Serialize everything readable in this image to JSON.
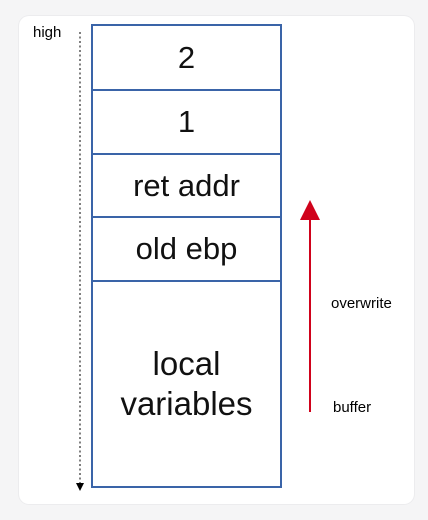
{
  "labels": {
    "high": "high",
    "overwrite": "overwrite",
    "buffer": "buffer"
  },
  "stack": {
    "cells": [
      "2",
      "1",
      "ret addr",
      "old ebp",
      "local\nvariables"
    ]
  },
  "colors": {
    "border": "#3a64a8",
    "arrow": "#d0021b"
  }
}
